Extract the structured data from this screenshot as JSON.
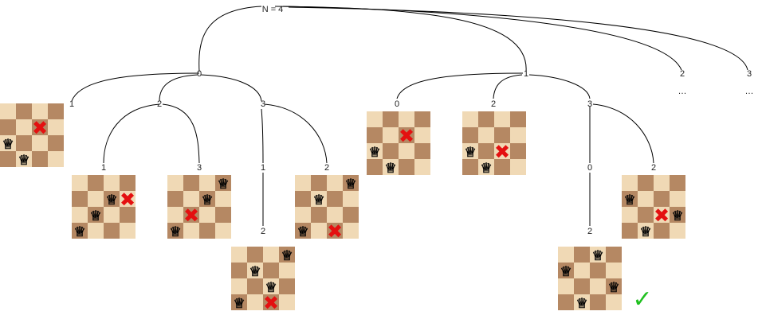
{
  "root": {
    "label": "N = 4"
  },
  "level1": [
    {
      "id": "n0",
      "label": "0"
    },
    {
      "id": "n1",
      "label": "1"
    },
    {
      "id": "n2",
      "label": "2",
      "continuation": "…"
    },
    {
      "id": "n3",
      "label": "3",
      "continuation": "…"
    }
  ],
  "level2": [
    {
      "id": "n0-1",
      "label": "1"
    },
    {
      "id": "n0-2",
      "label": "2"
    },
    {
      "id": "n0-3",
      "label": "3"
    },
    {
      "id": "n1-0",
      "label": "0"
    },
    {
      "id": "n1-2",
      "label": "2"
    },
    {
      "id": "n1-3",
      "label": "3"
    }
  ],
  "level3": [
    {
      "id": "n0-2-1",
      "label": "1"
    },
    {
      "id": "n0-2-3",
      "label": "3"
    },
    {
      "id": "n0-3-1",
      "label": "1"
    },
    {
      "id": "n0-3-2",
      "label": "2"
    },
    {
      "id": "n1-3-0",
      "label": "0"
    },
    {
      "id": "n1-3-2",
      "label": "2"
    }
  ],
  "level4": [
    {
      "id": "n0-3-1-2",
      "label": "2"
    },
    {
      "id": "n1-3-0-2",
      "label": "2"
    }
  ],
  "boards": [
    {
      "id": "b-0-1",
      "queens": [
        [
          0,
          2
        ],
        [
          1,
          3
        ]
      ],
      "cross": [
        2,
        1
      ],
      "result": "fail"
    },
    {
      "id": "b-0-2-1",
      "queens": [
        [
          0,
          3
        ],
        [
          2,
          1
        ],
        [
          1,
          2
        ]
      ],
      "cross": [
        3,
        1
      ],
      "result": "fail"
    },
    {
      "id": "b-0-2-3",
      "queens": [
        [
          0,
          3
        ],
        [
          2,
          1
        ],
        [
          3,
          0
        ]
      ],
      "cross": [
        1,
        2
      ],
      "result": "fail"
    },
    {
      "id": "b-0-3-1",
      "queens": [
        [
          0,
          3
        ],
        [
          3,
          0
        ],
        [
          1,
          1
        ]
      ],
      "cross": [
        2,
        3
      ],
      "result": "fail"
    },
    {
      "id": "b-0-3-1-2",
      "queens": [
        [
          0,
          3
        ],
        [
          3,
          0
        ],
        [
          1,
          1
        ],
        [
          2,
          2
        ]
      ],
      "cross": [
        2,
        3
      ],
      "result": "fail"
    },
    {
      "id": "b-1-0",
      "queens": [
        [
          1,
          3
        ],
        [
          0,
          2
        ]
      ],
      "cross": [
        2,
        1
      ],
      "result": "fail"
    },
    {
      "id": "b-1-2",
      "queens": [
        [
          1,
          3
        ],
        [
          0,
          2
        ]
      ],
      "cross": [
        2,
        2
      ],
      "result": "fail"
    },
    {
      "id": "b-1-3-2",
      "queens": [
        [
          1,
          3
        ],
        [
          3,
          2
        ],
        [
          0,
          1
        ]
      ],
      "cross": [
        2,
        2
      ],
      "result": "fail"
    },
    {
      "id": "b-1-3-0-2",
      "queens": [
        [
          1,
          3
        ],
        [
          3,
          2
        ],
        [
          0,
          1
        ],
        [
          2,
          0
        ]
      ],
      "cross": null,
      "result": "success",
      "mark": "✓"
    }
  ]
}
